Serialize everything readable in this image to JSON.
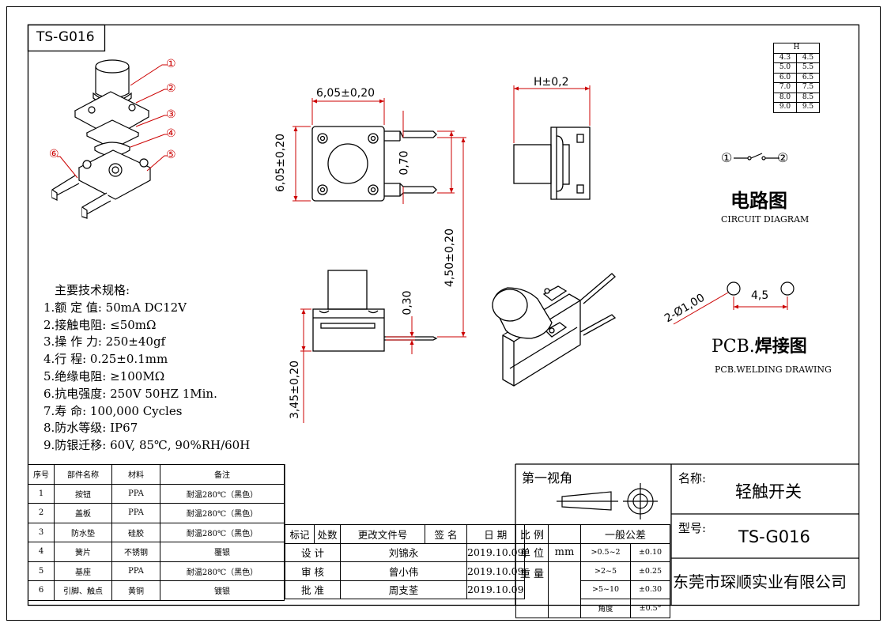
{
  "title_block": {
    "model_tag": "TS-G016",
    "circuit_title": "电路图",
    "circuit_sub": "CIRCUIT DIAGRAM",
    "pcb_title_prefix": "PCB.",
    "pcb_title_cn": "焊接图",
    "pcb_sub": "PCB.WELDING DRAWING",
    "circuit_pin1": "①",
    "circuit_pin2": "②"
  },
  "callouts": [
    "①",
    "②",
    "③",
    "④",
    "⑤",
    "⑥"
  ],
  "dimensions": {
    "width_top": "6,05±0,20",
    "height_left": "6,05±0,20",
    "pin_pitch": "0,70",
    "pin_length": "4,50±0,20",
    "side_h": "H±0,2",
    "pin_thk": "0,30",
    "body_h": "3,45±0,20",
    "hole_dia": "2-Ø1,00",
    "hole_pitch": "4,5"
  },
  "h_table": {
    "header": "H",
    "rows": [
      [
        "4.3",
        "4.5"
      ],
      [
        "5.0",
        "5.5"
      ],
      [
        "6.0",
        "6.5"
      ],
      [
        "7.0",
        "7.5"
      ],
      [
        "8.0",
        "8.5"
      ],
      [
        "9.0",
        "9.5"
      ]
    ]
  },
  "specs": {
    "title": "主要技术规格:",
    "items": [
      "1.额 定 值: 50mA DC12V",
      "2.接触电阻: ≤50mΩ",
      "3.操 作 力: 250±40gf",
      "4.行    程: 0.25±0.1mm",
      "5.绝缘电阻: ≥100MΩ",
      "6.抗电强度: 250V 50HZ 1Min.",
      "7.寿    命: 100,000 Cycles",
      "8.防水等级: IP67",
      "9.防银迁移: 60V, 85℃, 90%RH/60H"
    ]
  },
  "parts_table": {
    "headers": [
      "序号",
      "部件名称",
      "材料",
      "备注"
    ],
    "rows": [
      [
        "1",
        "按钮",
        "PPA",
        "耐温280℃（黑色）"
      ],
      [
        "2",
        "盖板",
        "PPA",
        "耐温280℃（黑色）"
      ],
      [
        "3",
        "防水垫",
        "硅胶",
        "耐温280℃（黑色）"
      ],
      [
        "4",
        "簧片",
        "不锈钢",
        "覆银"
      ],
      [
        "5",
        "基座",
        "PPA",
        "耐温280℃（黑色）"
      ],
      [
        "6",
        "引脚、触点",
        "黄铜",
        "镀银"
      ]
    ]
  },
  "revision": {
    "headers": [
      "标记",
      "处数",
      "更改文件号",
      "签 名",
      "日 期"
    ],
    "rows": [
      [
        "设  计",
        "刘锦永",
        "2019.10.09"
      ],
      [
        "审  核",
        "曾小伟",
        "2019.10.09"
      ],
      [
        "批  准",
        "周支荃",
        "2019.10.09"
      ]
    ]
  },
  "projection": {
    "label": "第一视角"
  },
  "scale": {
    "ratio": "比 例",
    "unit": "单 位",
    "unit_value": "mm",
    "weight": "重 量",
    "general_tol": "一般公差",
    "tol_rows": [
      [
        ">0.5~2",
        "±0.10"
      ],
      [
        ">2~5",
        "±0.25"
      ],
      [
        ">5~10",
        "±0.30"
      ],
      [
        "角度",
        "±0.5°"
      ]
    ]
  },
  "product": {
    "name_label": "名称:",
    "name": "轻触开关",
    "model_label": "型号:",
    "model": "TS-G016",
    "company": "东莞市琛顺实业有限公司"
  }
}
